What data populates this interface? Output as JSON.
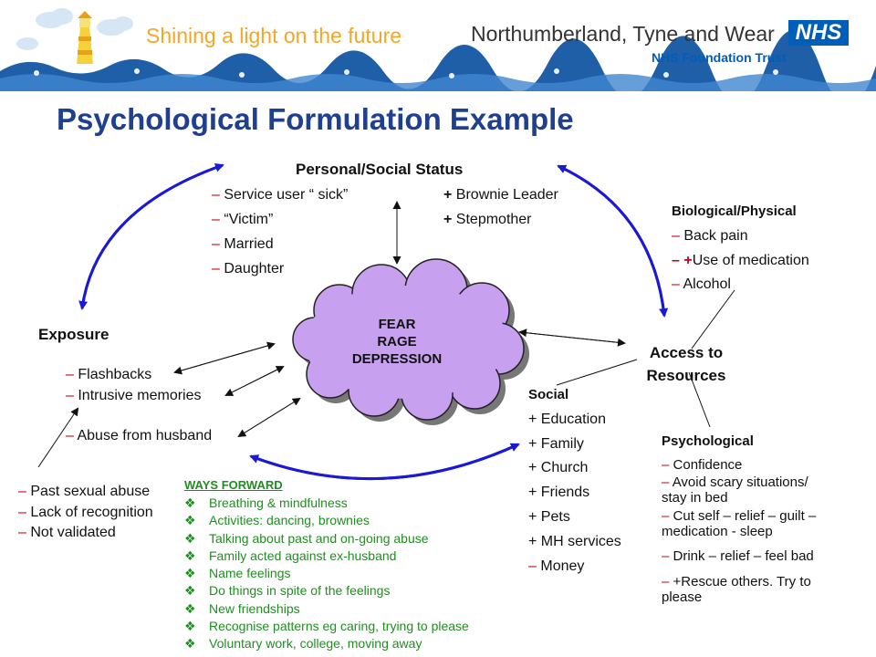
{
  "header": {
    "tagline": "Shining a light on the future",
    "org_name": "Northumberland, Tyne and Wear",
    "nhs_badge": "NHS",
    "trust_name": "NHS Foundation Trust",
    "colors": {
      "wave_blue": "#1f5fa8",
      "nhs_blue": "#005eb8",
      "tagline_orange": "#f5a623"
    }
  },
  "title": "Psychological Formulation Example",
  "personal_social": {
    "heading": "Personal/Social Status",
    "left_items": [
      {
        "marker": "–",
        "text": "Service user “ sick”"
      },
      {
        "marker": "–",
        "text": "“Victim”"
      },
      {
        "marker": "–",
        "text": "Married"
      },
      {
        "marker": "–",
        "text": "Daughter"
      }
    ],
    "right_items": [
      {
        "marker": "+",
        "text": "Brownie Leader"
      },
      {
        "marker": "+",
        "text": "Stepmother"
      }
    ]
  },
  "biological": {
    "heading": "Biological/Physical",
    "items": [
      {
        "marker": "–",
        "text": "Back pain"
      },
      {
        "marker": "– +",
        "text": "Use of medication"
      },
      {
        "marker": "–",
        "text": "Alcohol"
      }
    ]
  },
  "core": {
    "lines": [
      "FEAR",
      "RAGE",
      "DEPRESSION"
    ],
    "cloud_color": "#c8a0f0"
  },
  "exposure": {
    "heading": "Exposure",
    "items": [
      {
        "marker": "–",
        "text": "Flashbacks"
      },
      {
        "marker": "–",
        "text": "Intrusive memories"
      },
      {
        "marker": "–",
        "text": "Abuse from husband"
      }
    ]
  },
  "past": {
    "items": [
      {
        "marker": "–",
        "text": "Past sexual abuse"
      },
      {
        "marker": "–",
        "text": "Lack of recognition"
      },
      {
        "marker": "–",
        "text": "Not validated"
      }
    ]
  },
  "access": {
    "line1": "Access to",
    "line2": "Resources"
  },
  "social": {
    "heading": "Social",
    "items": [
      {
        "marker": "+",
        "text": "Education"
      },
      {
        "marker": "+",
        "text": "Family"
      },
      {
        "marker": "+",
        "text": "Church"
      },
      {
        "marker": "+",
        "text": "Friends"
      },
      {
        "marker": "+",
        "text": "Pets"
      },
      {
        "marker": "+",
        "text": "MH services"
      },
      {
        "marker": "–",
        "text": "Money"
      }
    ]
  },
  "psychological": {
    "heading": "Psychological",
    "items": [
      {
        "marker": "–",
        "line1": "Confidence",
        "line2": ""
      },
      {
        "marker": "–",
        "line1": "Avoid scary situations/",
        "line2": "stay in bed"
      },
      {
        "marker": "–",
        "line1": "Cut self – relief – guilt –",
        "line2": "medication - sleep"
      },
      {
        "marker": "–",
        "line1": "Drink – relief –  feel bad",
        "line2": ""
      },
      {
        "marker": "–",
        "line1": "+Rescue others. Try to",
        "line2": "please"
      }
    ]
  },
  "ways_forward": {
    "heading": "WAYS FORWARD",
    "bullet": "❖",
    "items": [
      "Breathing & mindfulness",
      "Activities: dancing, brownies",
      "Talking about past and on-going abuse",
      "Family acted against ex-husband",
      "Name feelings",
      "Do things in spite of the feelings",
      "New friendships",
      "Recognise patterns eg caring, trying to please",
      "Voluntary work, college, moving away"
    ]
  },
  "colors": {
    "title_blue": "#1f3f8f",
    "arrow_blue": "#1a1ad6",
    "marker_red": "#c0001a",
    "ways_green": "#1f8f1f"
  }
}
